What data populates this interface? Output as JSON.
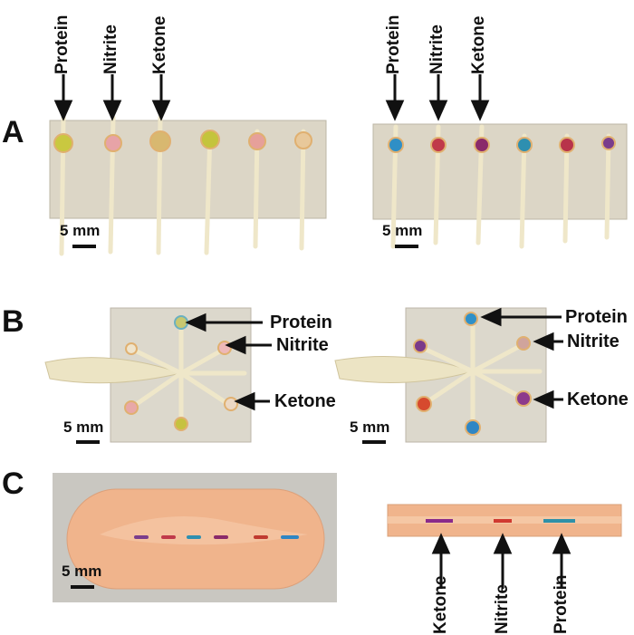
{
  "panels": {
    "a": {
      "letter": "A"
    },
    "b": {
      "letter": "B"
    },
    "c": {
      "letter": "C"
    }
  },
  "labels": {
    "protein": "Protein",
    "nitrite": "Nitrite",
    "ketone": "Ketone"
  },
  "scale_bar": "5 mm",
  "colors": {
    "background": "#ffffff",
    "strip": "#d8d2c2",
    "thread": "#ece4c4",
    "bandage": "#f0b48c",
    "bandage_bg": "#c8c6c0",
    "a_left_dots": [
      "#c9c840",
      "#e7a3a7",
      "#d8b870",
      "#c4c43c",
      "#e6a09a",
      "#e8c89a"
    ],
    "a_right_dots": [
      "#2f8fc6",
      "#c0394a",
      "#8a2a6a",
      "#2e8fb0",
      "#b8334a",
      "#7a3d8c"
    ]
  }
}
